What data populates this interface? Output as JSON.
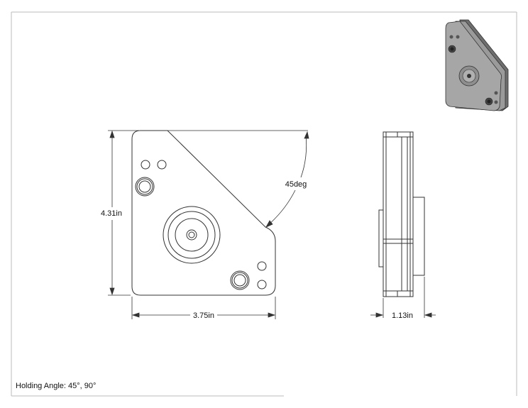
{
  "dimensions": {
    "height_label": "4.31in",
    "width_label": "3.75in",
    "angle_label": "45deg",
    "thickness_label": "1.13in"
  },
  "note": {
    "text": "Holding Angle: 45°, 90°"
  },
  "colors": {
    "line": "#333333",
    "frame": "#bbbbbb",
    "iso_body": "#8c8c8c",
    "iso_face": "#a6a6a6"
  }
}
